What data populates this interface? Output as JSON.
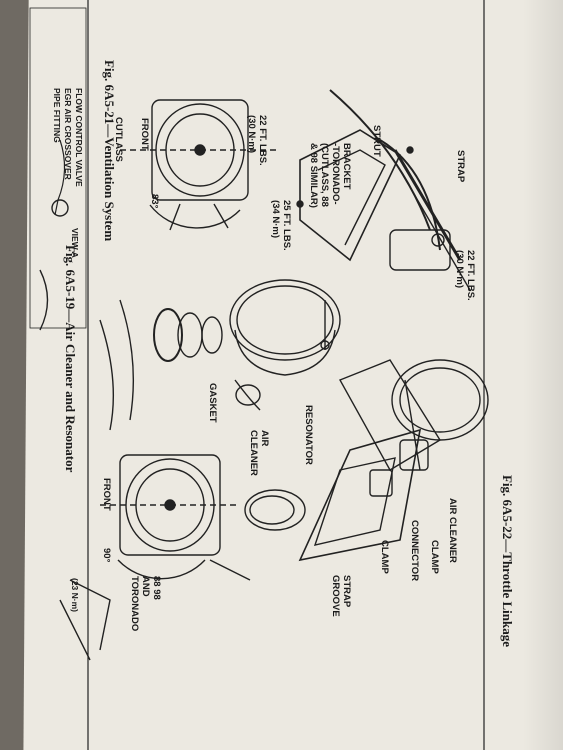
{
  "captions": {
    "ventilation": "Fig. 6A5-21—Ventilation System",
    "air_cleaner": "Fig. 6A5-19—Air Cleaner and Resonator",
    "throttle": "Fig. 6A5-22—Throttle Linkage"
  },
  "top_panel": {
    "flow_valve_lines": [
      "FLOW CONTROL VALVE",
      "EGR AIR CROSSOVER",
      "PIPE FITTING"
    ],
    "view_a": "VIEW A",
    "torque_partial": "(23 N·m)"
  },
  "ventilation_labels": {
    "strap": "STRAP",
    "torque_22_lines": [
      "22 FT. LBS.",
      "(30 N·m)"
    ],
    "torque_22_right_lines": [
      "22 FT. LBS.",
      "(30 N·m)"
    ],
    "strut": "STRUT",
    "bracket_lines": [
      "BRACKET",
      "-TORONADO-",
      "(CUTLASS, 88",
      "& 98 SIMILAR)"
    ],
    "torque_25_lines": [
      "25 FT. LBS.",
      "(34 N·m)"
    ]
  },
  "air_cleaner_labels": {
    "front": "FRONT",
    "cutlass": "CUTLASS",
    "angle_83": "83°",
    "gasket": "GASKET",
    "air_cleaner_lines": [
      "AIR",
      "CLEANER"
    ],
    "resonator": "RESONATOR",
    "air_cleaner_top": "AIR CLEANER",
    "clamp_1": "CLAMP",
    "connector": "CONNECTOR",
    "clamp_2": "CLAMP",
    "strap_groove_lines": [
      "STRAP",
      "GROOVE"
    ],
    "front_2": "FRONT",
    "angle_90": "90°",
    "models_lines": [
      "88  98",
      "AND",
      "TORONADO"
    ]
  }
}
